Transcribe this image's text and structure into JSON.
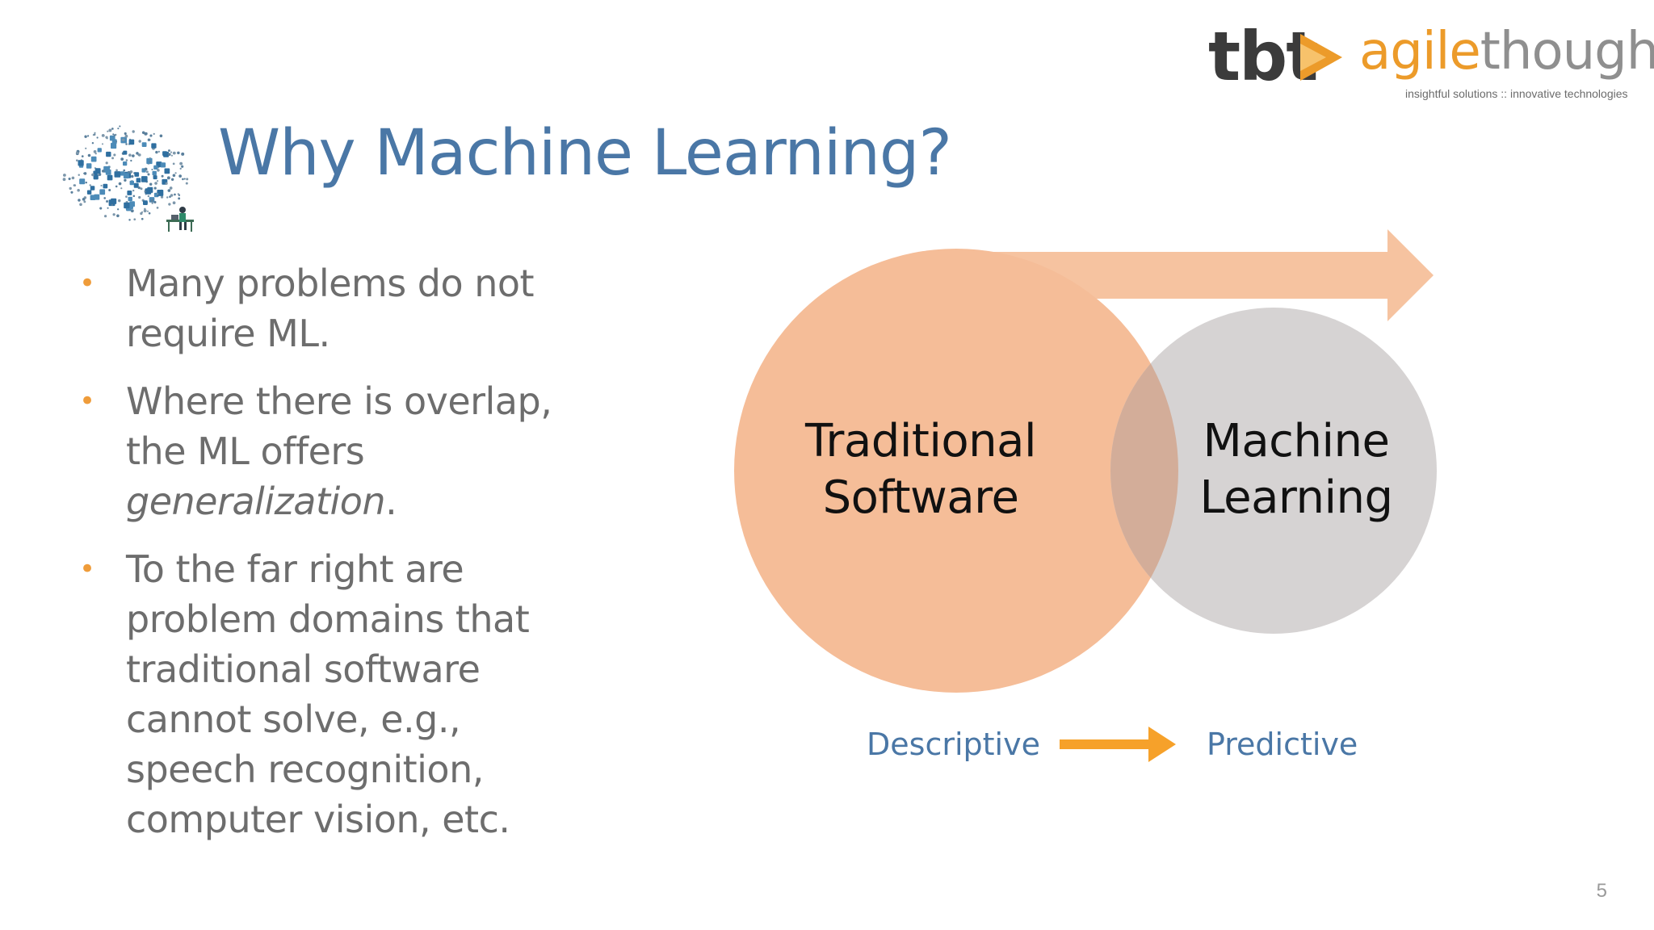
{
  "logo": {
    "brand_left": "tbt",
    "brand_right_part1": "agile",
    "brand_right_part2": "thought",
    "tagline": "insightful solutions :: innovative technologies",
    "accent_color": "#ec9b2a",
    "dark_color": "#3b3b3b"
  },
  "title": "Why Machine Learning?",
  "title_icon": "network-brain-icon",
  "bullets": [
    {
      "text": "Many problems do not require ML."
    },
    {
      "text_before": "Where there is overlap, the ML offers ",
      "emphasis": "generalization",
      "text_after": "."
    },
    {
      "text": "To the far right are problem domains that traditional software cannot solve, e.g., speech recognition, computer vision, etc."
    }
  ],
  "diagram": {
    "left_circle_label_line1": "Traditional",
    "left_circle_label_line2": "Software",
    "right_circle_label_line1": "Machine",
    "right_circle_label_line2": "Learning",
    "left_label": "Descriptive",
    "right_label": "Predictive",
    "left_circle_color": "#f5bd98",
    "right_circle_color": "#d6d3d3",
    "overlap_color": "#d3ad99",
    "big_arrow_color": "#f6c3a0",
    "small_arrow_color": "#f6a12a"
  },
  "page_number": "5"
}
